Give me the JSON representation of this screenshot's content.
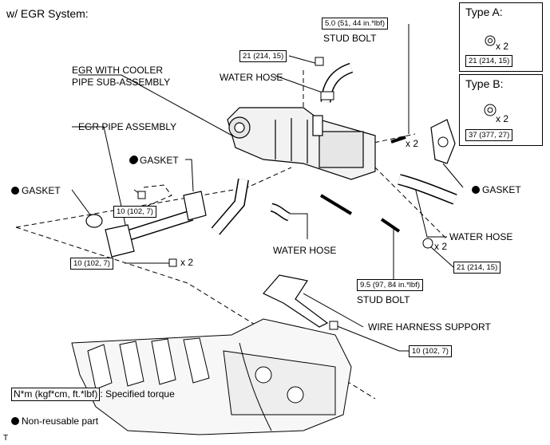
{
  "title": "w/ EGR System:",
  "labels": {
    "egr_cooler": [
      "EGR WITH COOLER",
      "PIPE SUB-ASSEMBLY"
    ],
    "egr_pipe": "EGR PIPE ASSEMBLY",
    "gasket": "GASKET",
    "water_hose": "WATER HOSE",
    "stud_bolt": "STUD BOLT",
    "wire_harness_support": "WIRE HARNESS SUPPORT"
  },
  "torques": {
    "top_stud": "5.0 (51, 44 in.*lbf)",
    "top_bolt": "21 (214, 15)",
    "left_bolt_upper": "10 (102, 7)",
    "left_bolt_lower": "10 (102, 7)",
    "stud_lower": "9.5 (97, 84 in.*lbf)",
    "nut_right": "21 (214, 15)",
    "wire_harness": "10 (102, 7)"
  },
  "quantity": "x 2",
  "type_a": {
    "title": "Type A:",
    "torque": "21 (214, 15)"
  },
  "type_b": {
    "title": "Type B:",
    "torque": "37 (377, 27)"
  },
  "legend": {
    "torque_unit": "N*m (kgf*cm, ft.*lbf)",
    "torque_desc": ": Specified torque",
    "nonreusable": "Non-reusable part"
  },
  "corner_mark": "T"
}
